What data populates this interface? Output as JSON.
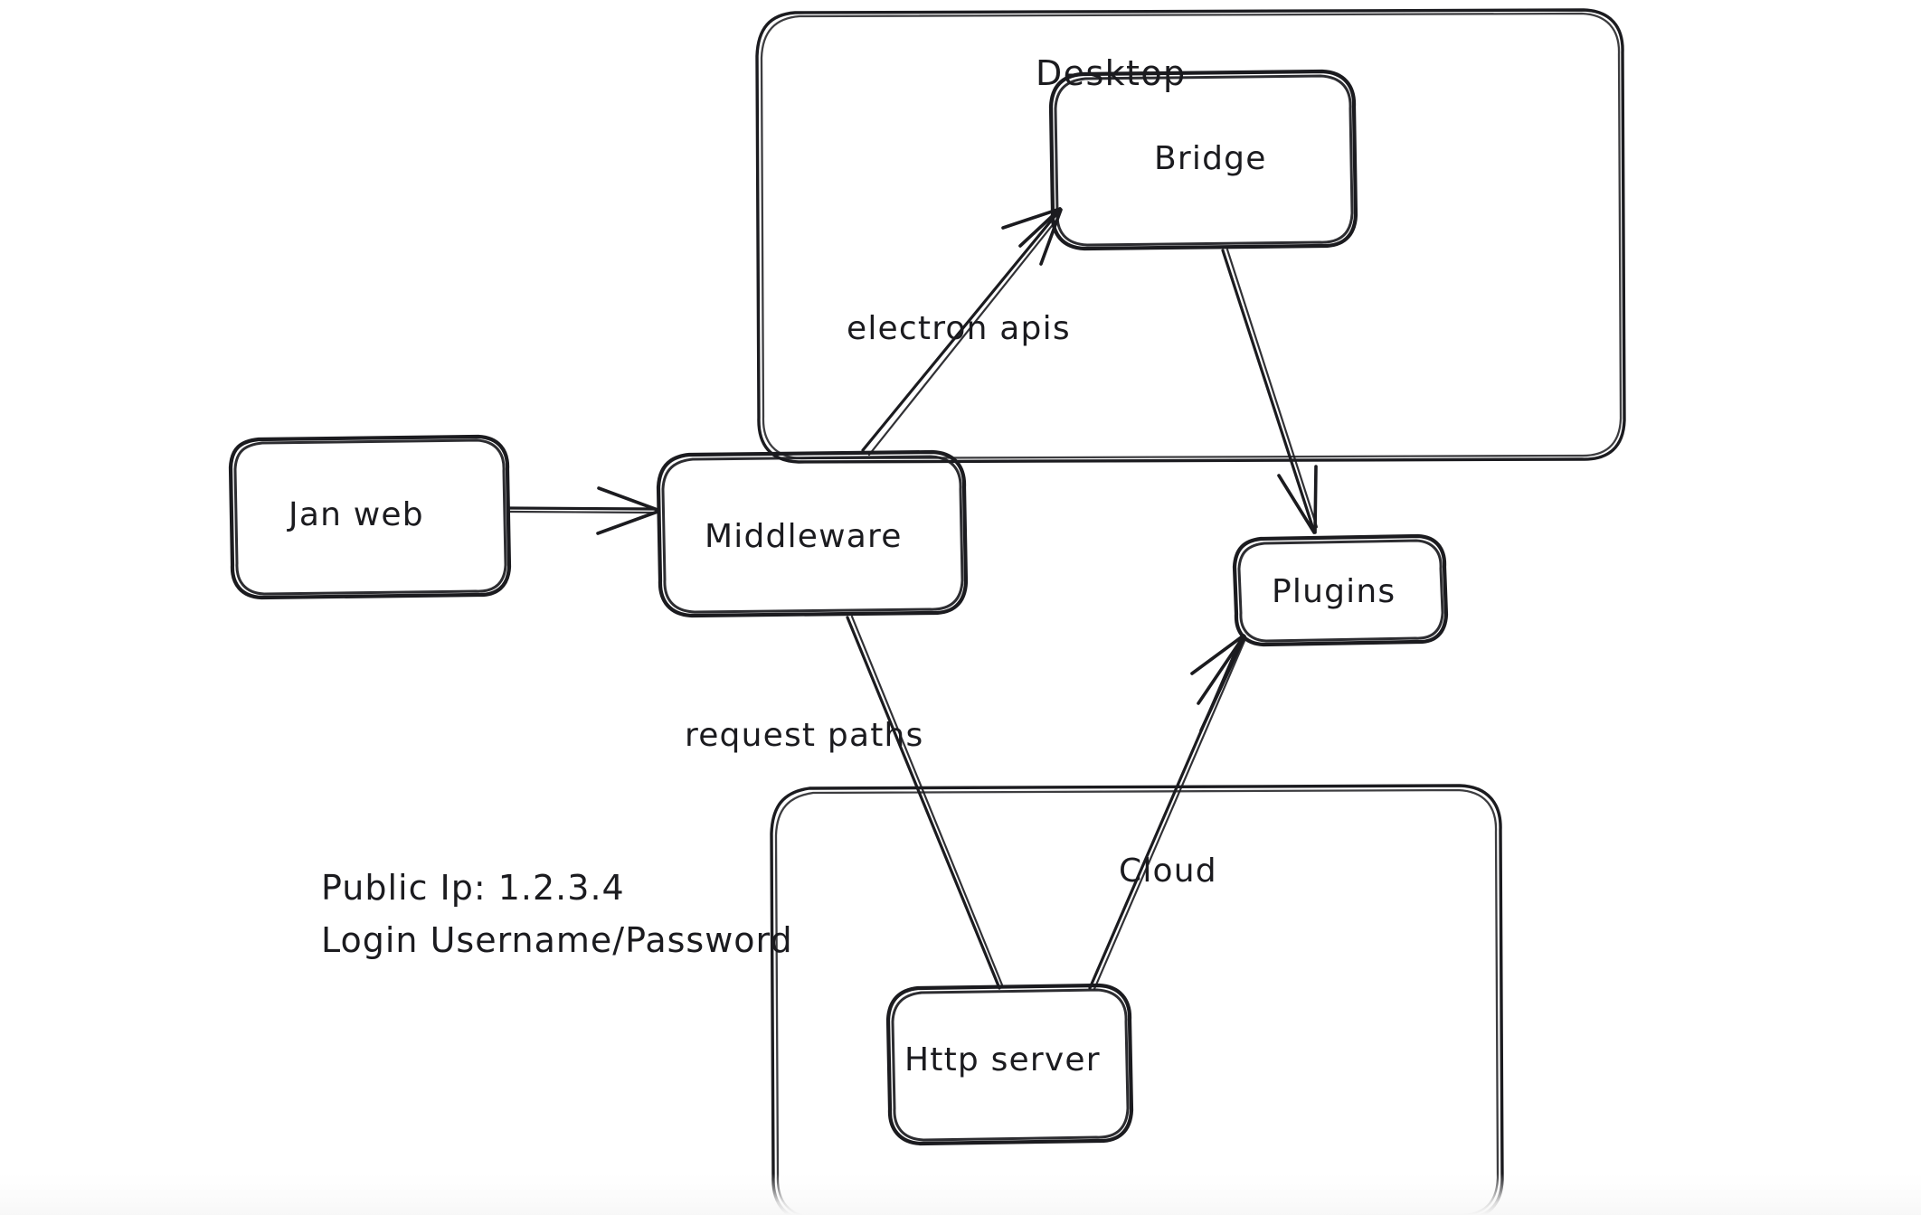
{
  "diagram": {
    "title": "Jan architecture sketch",
    "style": "hand-drawn whiteboard sketch",
    "background_color": "#ffffff",
    "stroke_color": "#1b1b1f",
    "containers": [
      {
        "id": "desktop",
        "label": "Desktop"
      },
      {
        "id": "cloud",
        "label": ""
      }
    ],
    "nodes": [
      {
        "id": "jan-web",
        "label": "Jan web"
      },
      {
        "id": "middleware",
        "label": "Middleware"
      },
      {
        "id": "bridge",
        "label": "Bridge"
      },
      {
        "id": "plugins",
        "label": "Plugins"
      },
      {
        "id": "http-server",
        "label": "Http server"
      }
    ],
    "edges": [
      {
        "id": "web-to-middleware",
        "from": "jan-web",
        "to": "middleware",
        "label": ""
      },
      {
        "id": "middleware-to-bridge",
        "from": "middleware",
        "to": "bridge",
        "label": "electron apis"
      },
      {
        "id": "bridge-to-plugins",
        "from": "bridge",
        "to": "plugins",
        "label": ""
      },
      {
        "id": "middleware-to-http",
        "from": "middleware",
        "to": "http-server",
        "label": "request paths"
      },
      {
        "id": "http-to-plugins",
        "from": "http-server",
        "to": "plugins",
        "label": "Cloud"
      }
    ],
    "notes": [
      {
        "id": "public-ip",
        "text": "Public Ip: 1.2.3.4"
      },
      {
        "id": "login",
        "text": "Login Username/Password"
      }
    ]
  }
}
